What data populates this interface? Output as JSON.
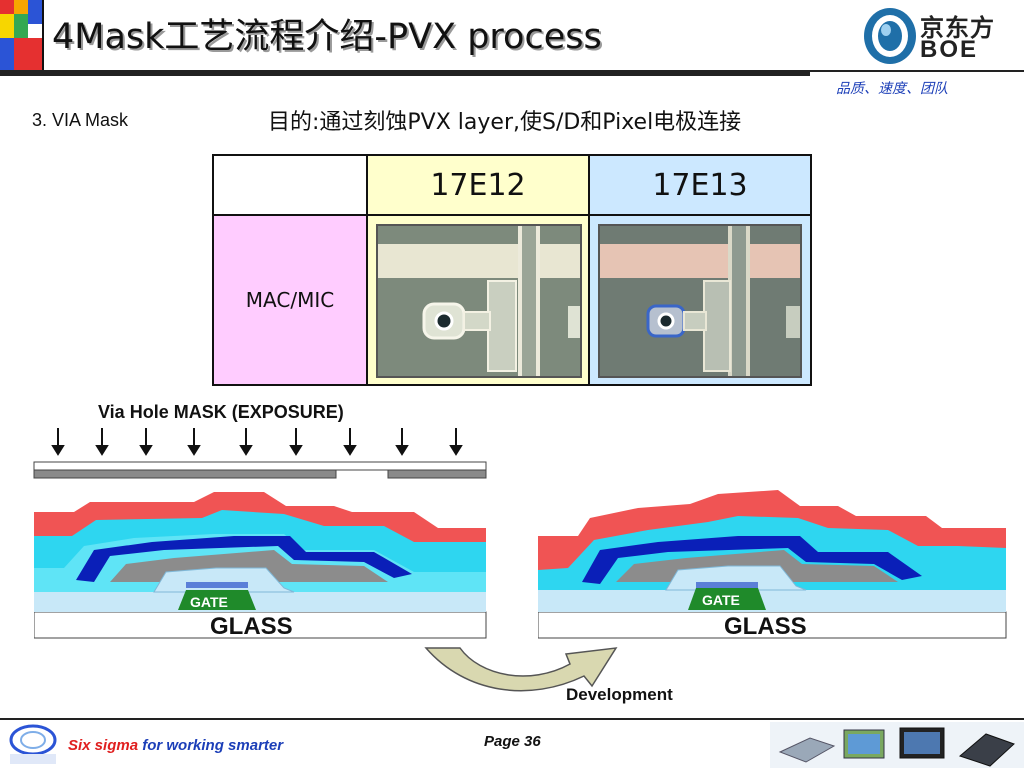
{
  "header": {
    "title": "4Mask工艺流程介绍-PVX process",
    "brand_cn": "京东方",
    "brand_en": "BOE",
    "motto": "品质、速度、团队"
  },
  "section": {
    "label": "3. VIA Mask",
    "purpose": "目的:通过刻蚀PVX layer,使S/D和Pixel电极连接"
  },
  "table": {
    "columns": [
      "",
      "17E12",
      "17E13"
    ],
    "row_label": "MAC/MIC"
  },
  "diagram": {
    "title": "Via Hole MASK (EXPOSURE)",
    "left_glass": "GLASS",
    "left_gate": "GATE",
    "right_glass": "GLASS",
    "right_gate": "GATE",
    "development": "Development"
  },
  "footer": {
    "six_sigma": "Six sigma",
    "tagline": " for working smarter",
    "page": "Page 36"
  },
  "colors": {
    "pvx_red": "#f05454",
    "ito_cyan": "#2ed6f0",
    "sd_blue": "#0a1fb8",
    "active_gray": "#8c8c8c",
    "gate_green": "#1f8a2a",
    "light_blue": "#c8e8f8",
    "header_yellow": "#ffffcc",
    "header_lightblue": "#cce8ff",
    "row_pink": "#ffccff",
    "motto_blue": "#1c3fb8"
  }
}
